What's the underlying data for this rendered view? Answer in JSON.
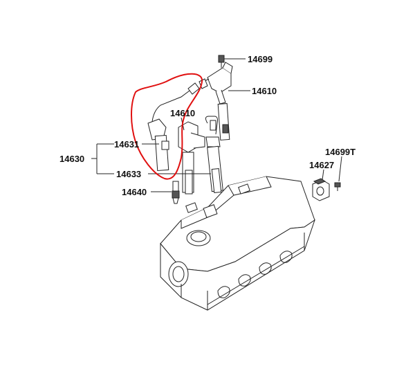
{
  "labels": {
    "bolt_top": "14699",
    "coil_right": "14610",
    "coil_center": "14610",
    "cable_group": "14630",
    "cable_1": "14631",
    "cable_2": "14633",
    "spark_plug": "14640",
    "sensor_bolt": "14699T",
    "sensor": "14627"
  },
  "colors": {
    "line": "#222222",
    "highlight": "#e01010"
  }
}
